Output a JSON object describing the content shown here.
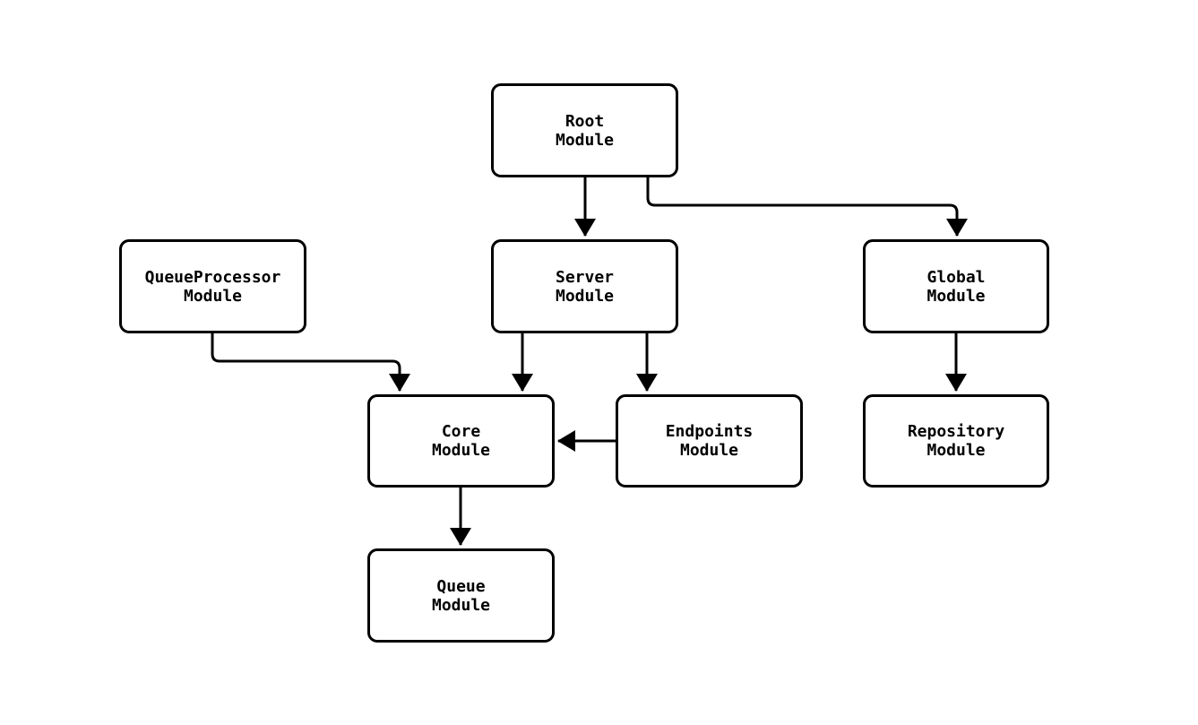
{
  "diagram": {
    "background_color": "#ffffff",
    "node_border_color": "#000000",
    "node_fill_color": "#ffffff",
    "edge_color": "#000000",
    "text_color": "#000000",
    "nodes": [
      {
        "id": "root",
        "lines": [
          "Root",
          "Module"
        ]
      },
      {
        "id": "qproc",
        "lines": [
          "QueueProcessor",
          "Module"
        ]
      },
      {
        "id": "server",
        "lines": [
          "Server",
          "Module"
        ]
      },
      {
        "id": "global",
        "lines": [
          "Global",
          "Module"
        ]
      },
      {
        "id": "core",
        "lines": [
          "Core",
          "Module"
        ]
      },
      {
        "id": "endpoints",
        "lines": [
          "Endpoints",
          "Module"
        ]
      },
      {
        "id": "repository",
        "lines": [
          "Repository",
          "Module"
        ]
      },
      {
        "id": "queue",
        "lines": [
          "Queue",
          "Module"
        ]
      }
    ],
    "edges": [
      {
        "from": "Root Module",
        "to": "Server Module"
      },
      {
        "from": "Root Module",
        "to": "Global Module"
      },
      {
        "from": "QueueProcessor Module",
        "to": "Core Module"
      },
      {
        "from": "Server Module",
        "to": "Core Module"
      },
      {
        "from": "Server Module",
        "to": "Endpoints Module"
      },
      {
        "from": "Endpoints Module",
        "to": "Core Module"
      },
      {
        "from": "Global Module",
        "to": "Repository Module"
      },
      {
        "from": "Core Module",
        "to": "Queue Module"
      }
    ]
  }
}
